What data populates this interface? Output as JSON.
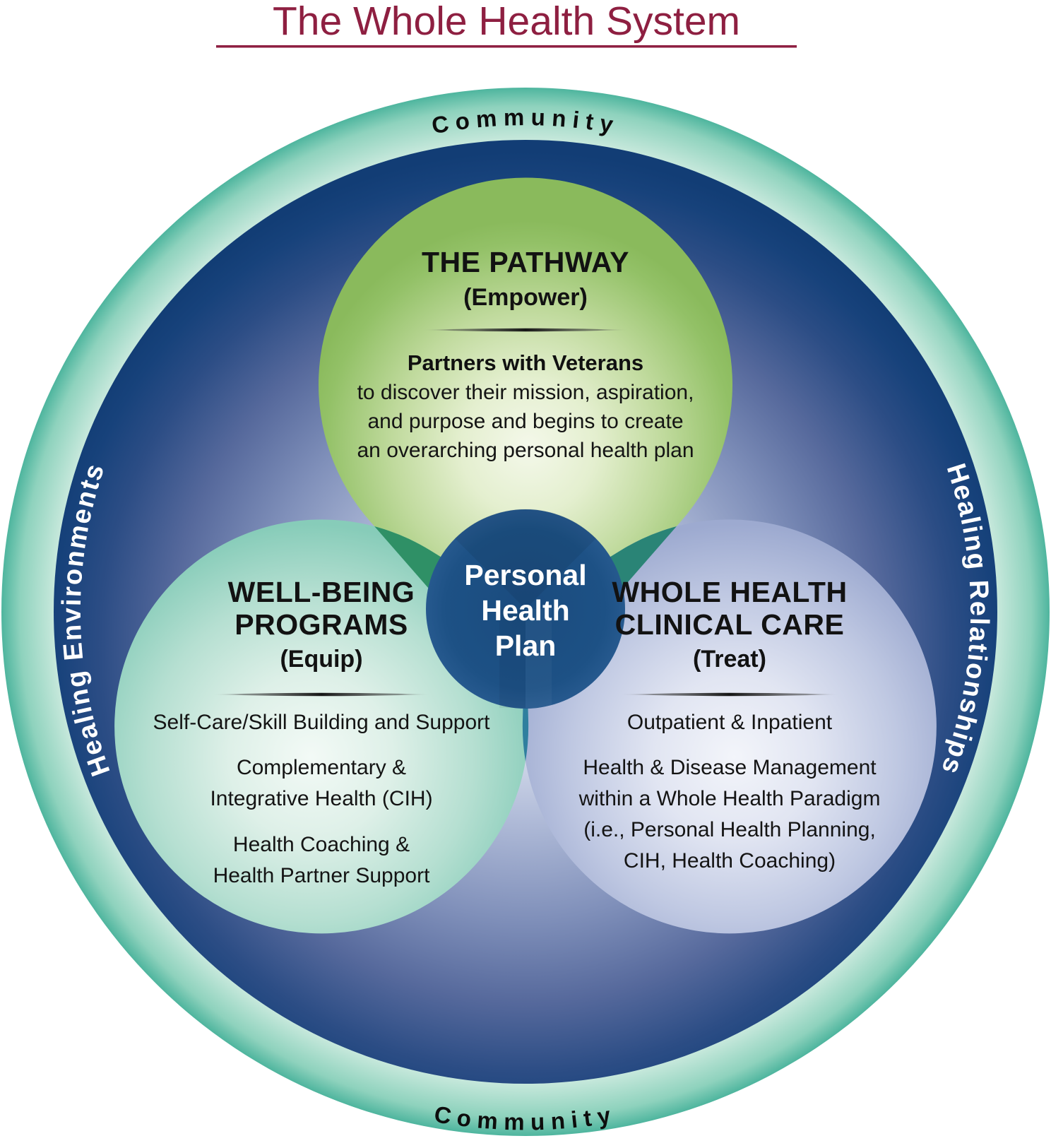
{
  "title": {
    "text": "The Whole Health System"
  },
  "ring": {
    "community_top": "Community",
    "community_bottom": "Community",
    "healing_environments": "Healing Environments",
    "healing_relationships": "Healing Relationships"
  },
  "pathway": {
    "heading": "THE PATHWAY",
    "subheading": "(Empower)",
    "lead": "Partners with Veterans",
    "body": [
      "to discover their mission, aspiration,",
      "and purpose and begins to create",
      "an overarching personal health plan"
    ]
  },
  "wellbeing": {
    "heading1": "WELL-BEING",
    "heading2": "PROGRAMS",
    "subheading": "(Equip)",
    "lines": [
      "Self-Care/Skill Building and Support",
      "Complementary &",
      "Integrative Health (CIH)",
      "Health Coaching &",
      "Health Partner Support"
    ]
  },
  "clinical": {
    "heading1": "WHOLE HEALTH",
    "heading2": "CLINICAL CARE",
    "subheading": "(Treat)",
    "lines": [
      "Outpatient & Inpatient",
      "Health & Disease Management",
      "within a Whole Health Paradigm",
      "(i.e., Personal Health Planning,",
      "CIH, Health Coaching)"
    ]
  },
  "center": {
    "line1": "Personal",
    "line2": "Health",
    "line3": "Plan"
  },
  "colors": {
    "title_maroon": "#8e1f41",
    "ring_teal_outer": "#54bba4",
    "ring_mint_inner": "#d8efe5",
    "navy_rim": "#123d75",
    "core_highlight": "#fafbfd",
    "green_circle_edge": "#8aba5c",
    "teal_circle_edge": "#87ccb9",
    "lavender_circle_edge": "#9daad0",
    "center_blue": "#1d5185",
    "overlap_green_teal": "#2f9066",
    "overlap_green_lavender": "#2a8476",
    "overlap_teal_lavender": "#2f7f9e",
    "text_dark": "#121212",
    "text_white": "#ffffff"
  }
}
